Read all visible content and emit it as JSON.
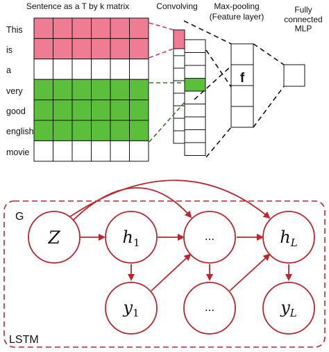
{
  "cnn": {
    "headers": {
      "matrix": "Sentence as a T by k matrix",
      "conv": "Convolving",
      "pool_line1": "Max-pooling",
      "pool_line2": "(Feature layer)",
      "mlp_line1": "Fully",
      "mlp_line2": "connected",
      "mlp_line3": "MLP"
    },
    "words": [
      "This",
      "is",
      "a",
      "very",
      "good",
      "english",
      "movie"
    ],
    "row_fill": [
      "pink",
      "pink",
      "white",
      "green",
      "green",
      "green",
      "white"
    ],
    "feature_label": "f"
  },
  "lstm": {
    "group_label": "G",
    "model_label": "LSTM",
    "nodes": {
      "z": "Z",
      "h1_base": "h",
      "h1_sub": "1",
      "hmid": "...",
      "hl_base": "h",
      "hl_sub": "L",
      "y1_base": "y",
      "y1_sub": "1",
      "ymid": "...",
      "yl_base": "y",
      "yl_sub": "L"
    }
  },
  "colors": {
    "pink": "#f07c93",
    "green": "#5cbf3c",
    "red": "#c0242b",
    "dash_green": "#2e7d1f"
  }
}
